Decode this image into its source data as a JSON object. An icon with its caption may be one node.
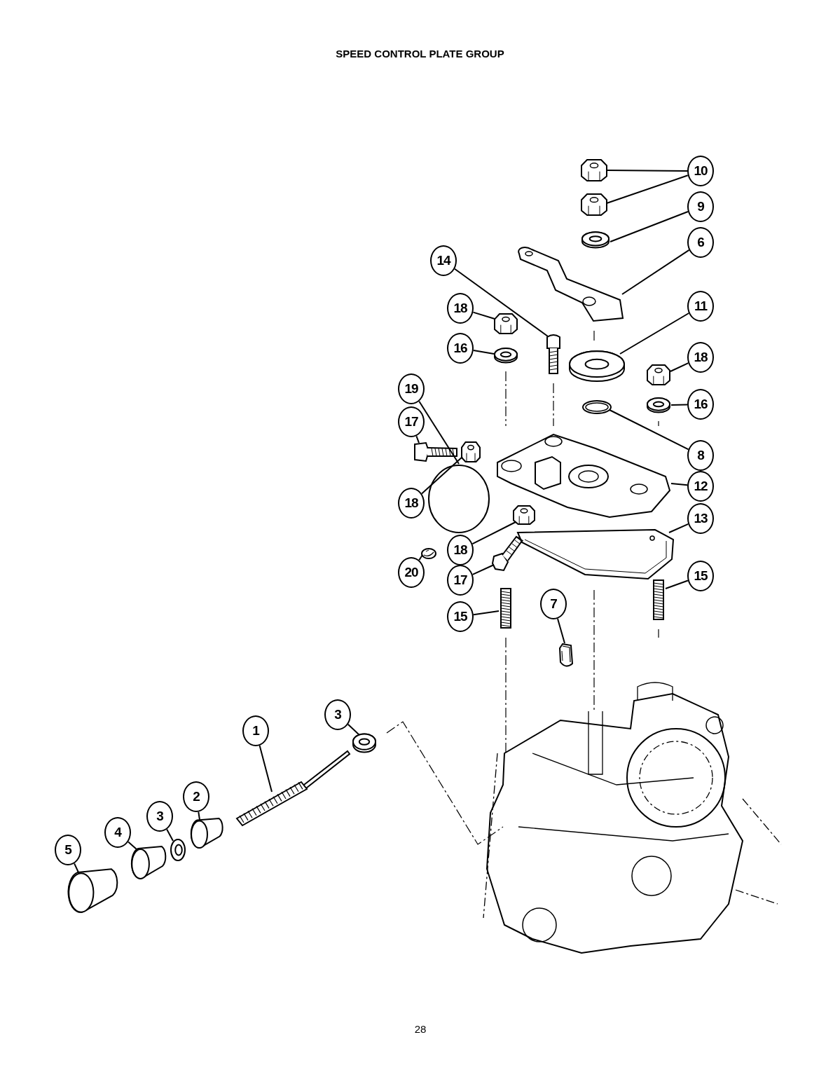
{
  "diagram": {
    "title": "SPEED CONTROL PLATE GROUP",
    "nodes": [
      {
        "text": [
          "10"
        ]
      },
      {
        "text": [
          "9"
        ]
      },
      {
        "text": [
          "6"
        ]
      },
      {
        "text": [
          "14"
        ]
      },
      {
        "text": [
          "11"
        ]
      },
      {
        "text": [
          "18"
        ]
      },
      {
        "text": [
          "16"
        ]
      },
      {
        "text": [
          "18"
        ]
      },
      {
        "text": [
          "16"
        ]
      },
      {
        "text": [
          "19"
        ]
      },
      {
        "text": [
          "17"
        ]
      },
      {
        "text": [
          "8"
        ]
      },
      {
        "text": [
          "12"
        ]
      },
      {
        "text": [
          "18"
        ]
      },
      {
        "text": [
          "13"
        ]
      },
      {
        "text": [
          "18"
        ]
      },
      {
        "text": [
          "20"
        ]
      },
      {
        "text": [
          "17"
        ]
      },
      {
        "text": [
          "15"
        ]
      },
      {
        "text": [
          "15"
        ]
      },
      {
        "text": [
          "7"
        ]
      },
      {
        "text": [
          "3"
        ]
      },
      {
        "text": [
          "1"
        ]
      },
      {
        "text": [
          "2"
        ]
      },
      {
        "text": [
          "3"
        ]
      },
      {
        "text": [
          "4"
        ]
      },
      {
        "text": [
          "5"
        ]
      },
      {
        "text": [],
        "shape": "picture"
      },
      {
        "text": [],
        "shape": "picture"
      },
      {
        "text": [],
        "shape": "picture"
      },
      {
        "text": [],
        "shape": "picture"
      },
      {
        "text": [],
        "shape": "picture"
      },
      {
        "text": [],
        "shape": "picture"
      },
      {
        "text": [],
        "shape": "picture"
      },
      {
        "text": [],
        "shape": "picture"
      },
      {
        "text": [],
        "shape": "picture"
      },
      {
        "text": [],
        "shape": "picture"
      },
      {
        "text": [],
        "shape": "picture"
      },
      {
        "text": [],
        "shape": "circle"
      },
      {
        "text": [],
        "shape": "picture"
      },
      {
        "text": [],
        "shape": "picture"
      },
      {
        "text": [],
        "shape": "picture"
      },
      {
        "text": [],
        "shape": "picture"
      },
      {
        "text": [],
        "shape": "picture"
      },
      {
        "text": [],
        "shape": "picture"
      },
      {
        "text": [],
        "shape": "picture"
      },
      {
        "text": [],
        "shape": "picture"
      },
      {
        "text": [],
        "shape": "picture"
      },
      {
        "text": [],
        "shape": "picture"
      },
      {
        "text": [],
        "shape": "picture"
      },
      {
        "text": [],
        "shape": "picture"
      },
      {
        "text": [],
        "shape": "picture"
      },
      {
        "text": [],
        "shape": "picture"
      },
      {
        "text": [],
        "shape": "picture"
      },
      {
        "text": [],
        "shape": "picture"
      }
    ],
    "edges": [
      {
        "from": 0,
        "to": 27,
        "arrow": "none"
      },
      {
        "from": 0,
        "to": 28,
        "arrow": "none"
      },
      {
        "from": 1,
        "to": 29,
        "arrow": "none"
      },
      {
        "from": 2,
        "to": 30,
        "arrow": "none"
      },
      {
        "from": 3,
        "to": 32,
        "arrow": "none"
      },
      {
        "from": 4,
        "to": 34,
        "arrow": "none"
      },
      {
        "from": 5,
        "to": 31,
        "arrow": "none"
      },
      {
        "from": 6,
        "to": 33,
        "arrow": "none"
      },
      {
        "from": 7,
        "to": 35,
        "arrow": "none"
      },
      {
        "from": 8,
        "to": 36,
        "arrow": "none"
      },
      {
        "from": 9,
        "to": 38,
        "arrow": "none"
      },
      {
        "from": 10,
        "to": 39,
        "arrow": "none"
      },
      {
        "from": 11,
        "to": 37,
        "arrow": "none"
      },
      {
        "from": 12,
        "to": 41,
        "arrow": "none"
      },
      {
        "from": 13,
        "to": 40,
        "arrow": "none"
      },
      {
        "from": 14,
        "to": 45,
        "arrow": "none"
      },
      {
        "from": 15,
        "to": 42,
        "arrow": "none"
      },
      {
        "from": 16,
        "to": 43,
        "arrow": "none"
      },
      {
        "from": 17,
        "to": 44,
        "arrow": "none"
      },
      {
        "from": 18,
        "to": 46,
        "arrow": "none"
      },
      {
        "from": 19,
        "to": 47,
        "arrow": "none"
      },
      {
        "from": 20,
        "to": 48,
        "arrow": "none"
      },
      {
        "from": 21,
        "to": 49,
        "arrow": "none"
      },
      {
        "from": 22,
        "to": 50,
        "arrow": "none"
      },
      {
        "from": 23,
        "to": 51,
        "arrow": "none"
      },
      {
        "from": 24,
        "to": 52,
        "arrow": "none"
      },
      {
        "from": 25,
        "to": 53,
        "arrow": "none"
      },
      {
        "from": 26,
        "to": 54,
        "arrow": "none"
      }
    ],
    "labels": [
      "28"
    ]
  }
}
